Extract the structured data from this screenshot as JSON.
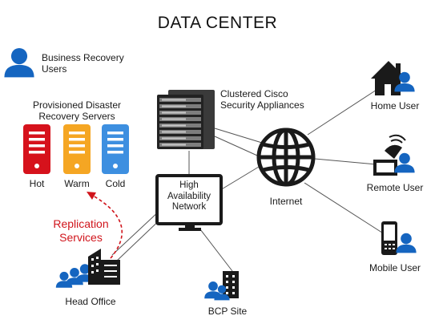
{
  "title": "DATA CENTER",
  "nodes": {
    "business_recovery": {
      "label_line1": "Business Recovery",
      "label_line2": "Users"
    },
    "provisioned_servers": {
      "label_line1": "Provisioned Disaster",
      "label_line2": "Recovery Servers"
    },
    "server_hot": {
      "label": "Hot"
    },
    "server_warm": {
      "label": "Warm"
    },
    "server_cold": {
      "label": "Cold"
    },
    "cisco": {
      "label_line1": "Clustered Cisco",
      "label_line2": "Security Appliances"
    },
    "ha_network": {
      "label_line1": "High",
      "label_line2": "Availability",
      "label_line3": "Network"
    },
    "internet": {
      "label": "Internet"
    },
    "home_user": {
      "label": "Home User"
    },
    "remote_user": {
      "label": "Remote User"
    },
    "mobile_user": {
      "label": "Mobile User"
    },
    "head_office": {
      "label": "Head Office"
    },
    "bcp_site": {
      "label": "BCP Site"
    },
    "replication": {
      "label_line1": "Replication",
      "label_line2": "Services"
    }
  },
  "colors": {
    "person_blue": "#1565c0",
    "server_red": "#d6121c",
    "server_orange": "#f5a623",
    "server_blue": "#3d8fe0",
    "replication_red": "#d0141b",
    "line_gray": "#555555",
    "dark": "#1a1a1a"
  },
  "icons": [
    "person-icon",
    "server-icon",
    "rack-server-icon",
    "monitor-icon",
    "globe-icon",
    "house-icon",
    "satellite-dish-icon",
    "mobile-phone-icon",
    "office-building-icon",
    "tower-building-icon"
  ]
}
